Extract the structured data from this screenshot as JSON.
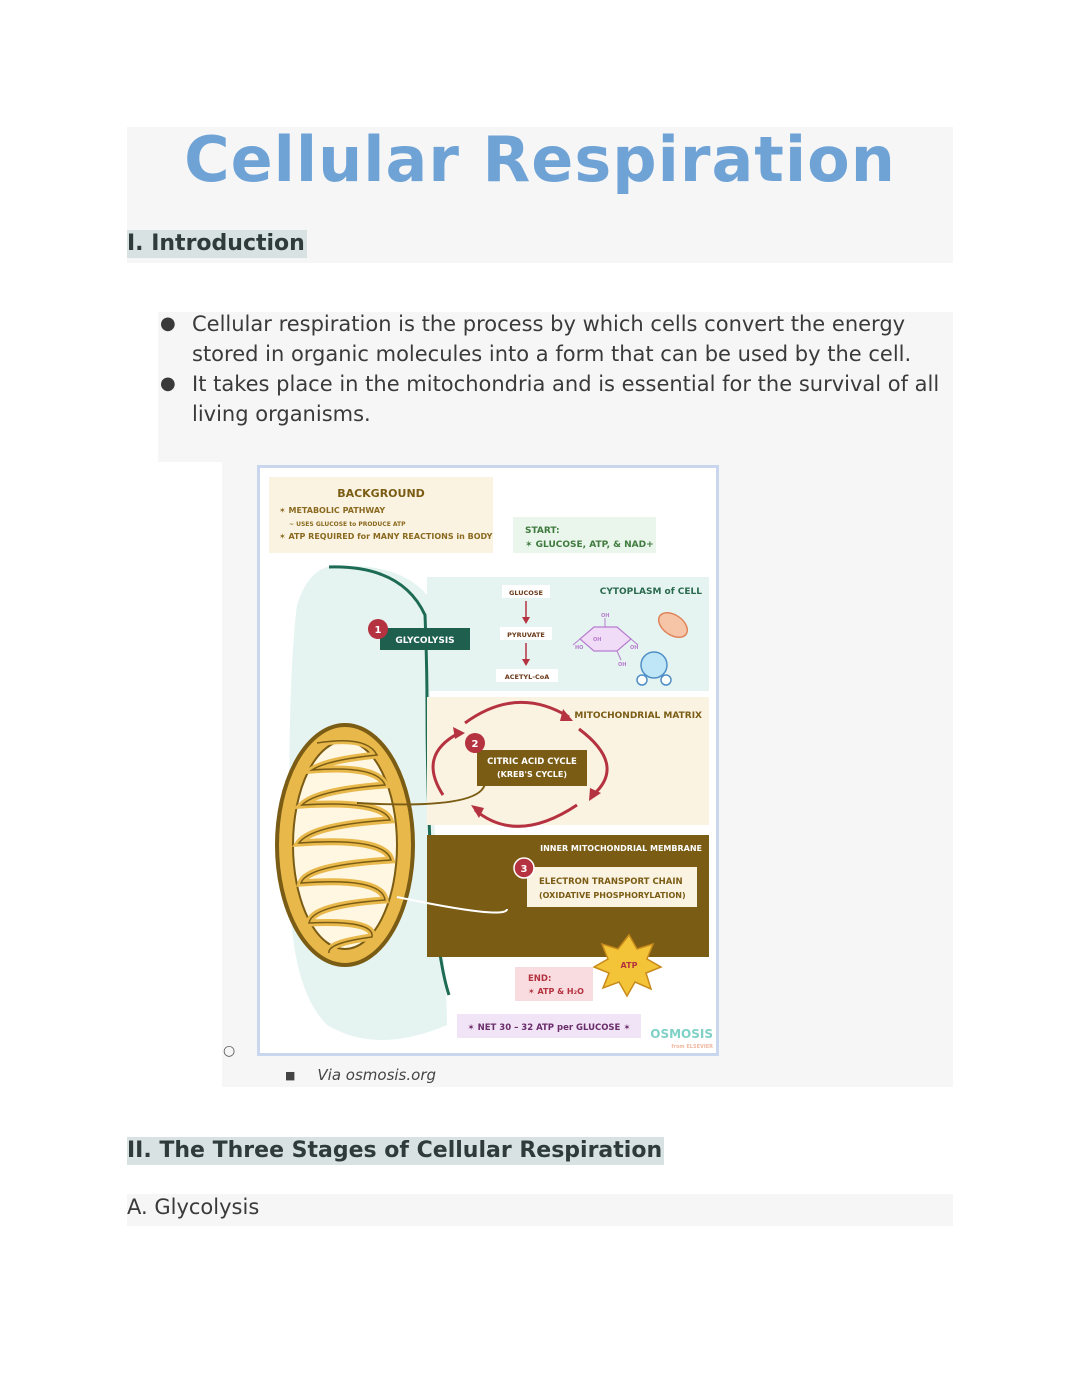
{
  "title": "Cellular Respiration",
  "sections": {
    "intro_heading": "I. Introduction",
    "stages_heading": "II. The Three Stages of Cellular Respiration",
    "glycolysis_heading": "A. Glycolysis"
  },
  "intro_bullets": [
    "Cellular respiration is the process by which cells convert the energy stored in organic molecules into a form that can be used by the cell.",
    "It takes place in the mitochondria and is essential for the survival of all living organisms."
  ],
  "figure": {
    "credit": "Via osmosis.org",
    "background_title": "BACKGROUND",
    "background_lines": [
      "✶ METABOLIC PATHWAY",
      "~ USES GLUCOSE to PRODUCE ATP",
      "✶ ATP REQUIRED for MANY REACTIONS in BODY"
    ],
    "start_title": "START:",
    "start_text": "✶ GLUCOSE, ATP, & NAD+",
    "cytoplasm_label": "CYTOPLASM of CELL",
    "flow": [
      "GLUCOSE",
      "PYRUVATE",
      "ACETYL-CoA"
    ],
    "step1": {
      "num": "1",
      "label": "GLYCOLYSIS"
    },
    "matrix_label": "MITOCHONDRIAL MATRIX",
    "step2": {
      "num": "2",
      "label_1": "CITRIC ACID CYCLE",
      "label_2": "(KREB'S CYCLE)"
    },
    "membrane_label": "INNER MITOCHONDRIAL MEMBRANE",
    "step3": {
      "num": "3",
      "label_1": "ELECTRON TRANSPORT CHAIN",
      "label_2": "(OXIDATIVE PHOSPHORYLATION)"
    },
    "atp": "ATP",
    "end_title": "END:",
    "end_text": "✶ ATP & H₂O",
    "net_text": "✶ NET 30 – 32 ATP per GLUCOSE ✶",
    "logo_text": "OSMOSIS",
    "logo_sub": "from ELSEVIER",
    "molecule_labels": [
      "OH",
      "OH",
      "HO",
      "OH",
      "OH"
    ],
    "colors": {
      "title": "#6fa3d6",
      "dark_green": "#1e5f4e",
      "olive": "#7a5c14",
      "red": "#b53240",
      "gold": "#e8b84a"
    }
  }
}
